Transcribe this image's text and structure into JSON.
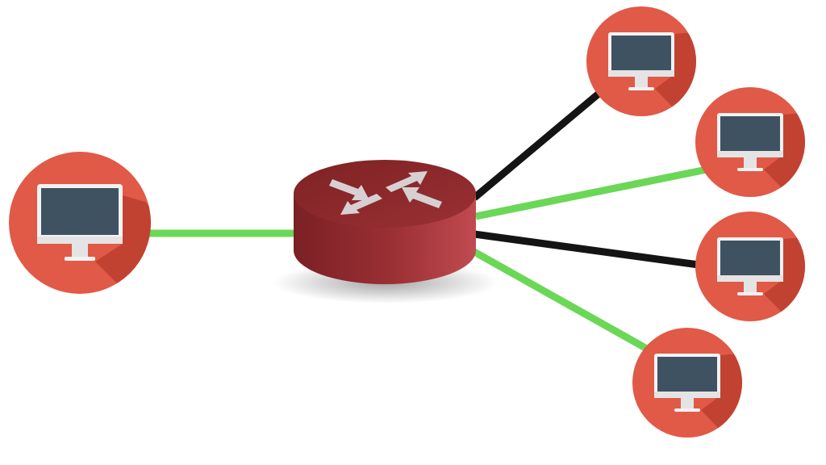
{
  "colors": {
    "background": "#ffffff",
    "node_circle": "#e05a47",
    "node_circle_shadow": "#c24232",
    "monitor_frame": "#f2f2f2",
    "monitor_screen": "#3f5262",
    "monitor_chin": "#e4e4e4",
    "router_top": "#8e2b2b",
    "router_side": "#a63a3c",
    "router_side_dark": "#7a2024",
    "router_arrows": "#d7d0d2",
    "link_active": "#6bd756",
    "link_inactive": "#141414"
  },
  "diagram": {
    "type": "network-topology",
    "center": {
      "kind": "router",
      "icon": "router-icon"
    },
    "nodes": [
      {
        "id": "left",
        "icon": "computer-monitor-icon"
      },
      {
        "id": "right-1",
        "icon": "computer-monitor-icon"
      },
      {
        "id": "right-2",
        "icon": "computer-monitor-icon"
      },
      {
        "id": "right-3",
        "icon": "computer-monitor-icon"
      },
      {
        "id": "right-4",
        "icon": "computer-monitor-icon"
      }
    ],
    "links": [
      {
        "from": "router",
        "to": "left",
        "status": "active",
        "color": "#6bd756"
      },
      {
        "from": "router",
        "to": "right-1",
        "status": "inactive",
        "color": "#141414"
      },
      {
        "from": "router",
        "to": "right-2",
        "status": "active",
        "color": "#6bd756"
      },
      {
        "from": "router",
        "to": "right-3",
        "status": "inactive",
        "color": "#141414"
      },
      {
        "from": "router",
        "to": "right-4",
        "status": "active",
        "color": "#6bd756"
      }
    ]
  }
}
